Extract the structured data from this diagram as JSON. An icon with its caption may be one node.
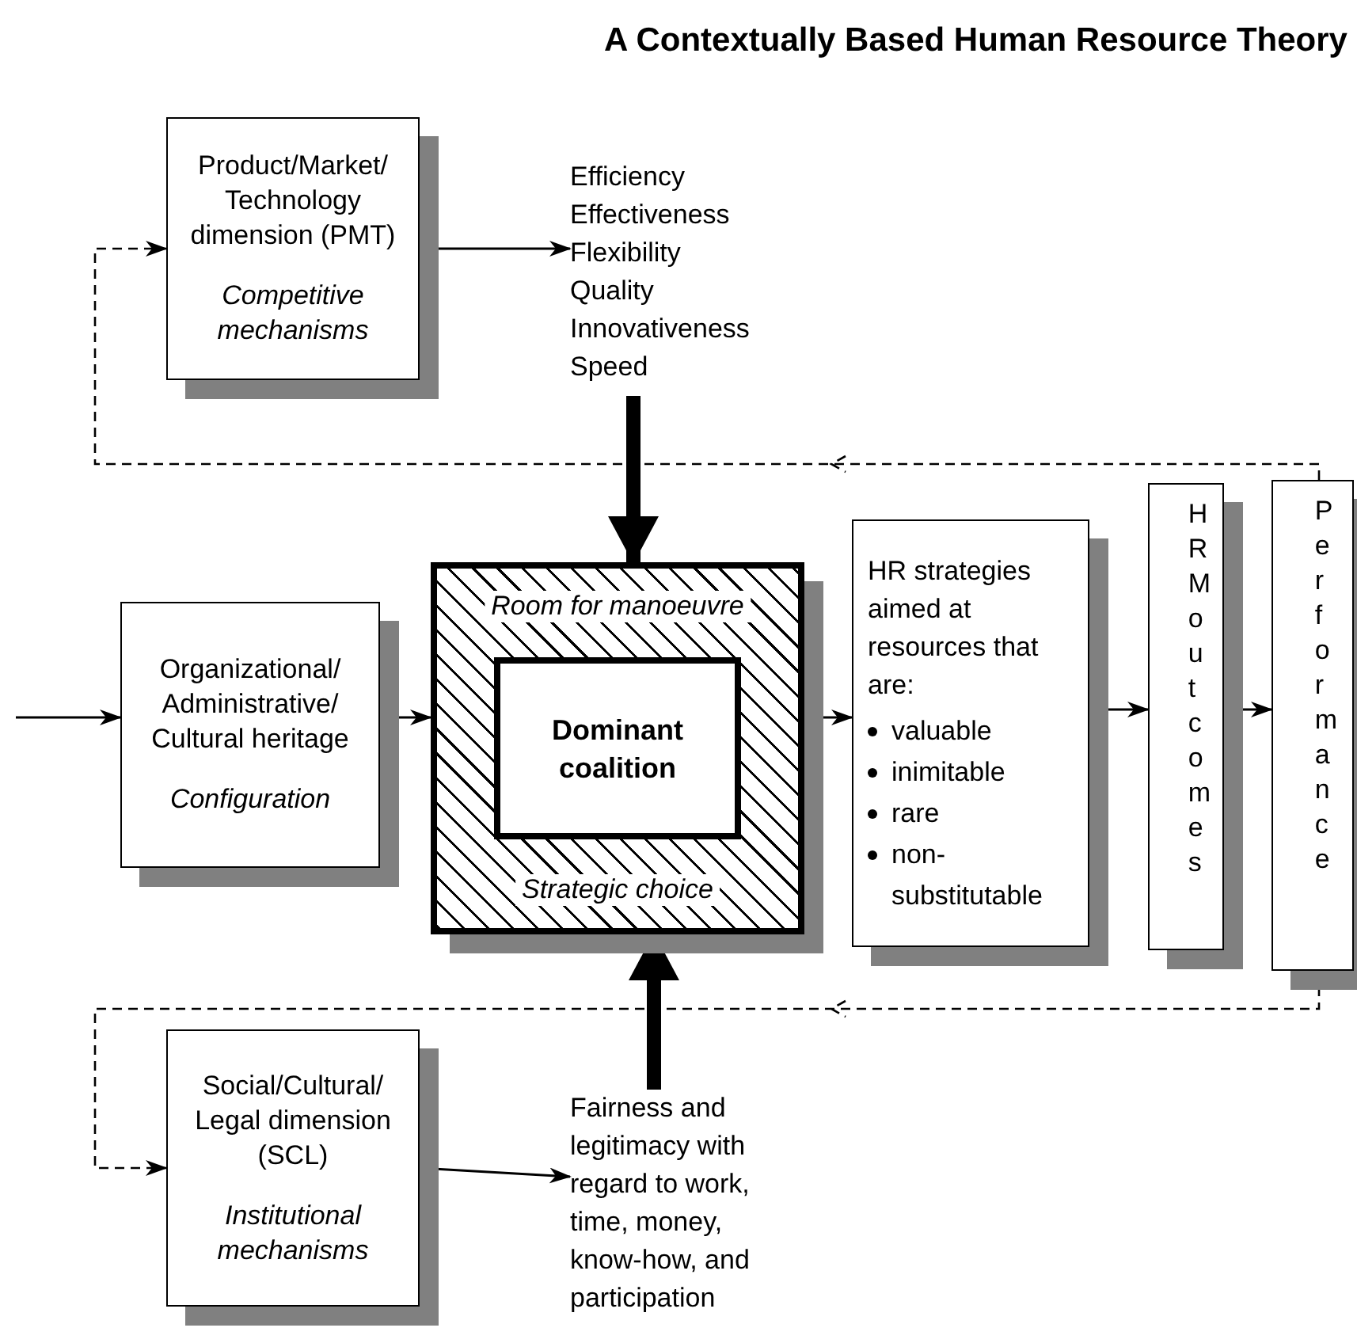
{
  "diagram": {
    "title": "A Contextually Based Human Resource Theory",
    "nodes": [
      {
        "text": [
          "Product/Market/ Technology dimension (PMT)",
          "Competitive mechanisms"
        ]
      },
      {
        "text": [
          "Efficiency",
          "Effectiveness",
          "Flexibility",
          "Quality",
          "Innovativeness",
          "Speed"
        ]
      },
      {
        "text": [
          "Organizational/ Administrative/ Cultural heritage",
          "Configuration"
        ]
      },
      {
        "text": [
          "Room for manoeuvre",
          "Strategic choice"
        ]
      },
      {
        "text": [
          "Dominant coalition"
        ],
        "in": 3
      },
      {
        "text": [
          "HR strategies aimed at resources that are:",
          "valuable",
          "inimitable",
          "rare",
          "non-substitutable"
        ]
      },
      {
        "text": [
          "HRM outcomes"
        ]
      },
      {
        "text": [
          "Performance"
        ]
      },
      {
        "text": [
          "Social/Cultural/ Legal dimension (SCL)",
          "Institutional mechanisms"
        ]
      },
      {
        "text": [
          "Fairness and legitimacy with regard to work, time, money, know-how, and participation"
        ]
      }
    ],
    "edges": [
      {
        "from": 0,
        "to": 1,
        "arrow": "to"
      },
      {
        "from": 1,
        "to": 3,
        "arrow": "to",
        "style": "thick"
      },
      {
        "from": 9,
        "to": 3,
        "arrow": "to",
        "style": "thick"
      },
      {
        "from": 8,
        "to": 9,
        "arrow": "to"
      },
      {
        "from": null,
        "to": 2,
        "arrow": "to"
      },
      {
        "from": 2,
        "to": 3,
        "arrow": "to"
      },
      {
        "from": 3,
        "to": 5,
        "arrow": "to"
      },
      {
        "from": 5,
        "to": 6,
        "arrow": "to"
      },
      {
        "from": 6,
        "to": 7,
        "arrow": "to"
      },
      {
        "from": 7,
        "to": 0,
        "arrow": "to",
        "style": "dashed"
      },
      {
        "from": 7,
        "to": 8,
        "arrow": "to",
        "style": "dashed"
      }
    ]
  }
}
